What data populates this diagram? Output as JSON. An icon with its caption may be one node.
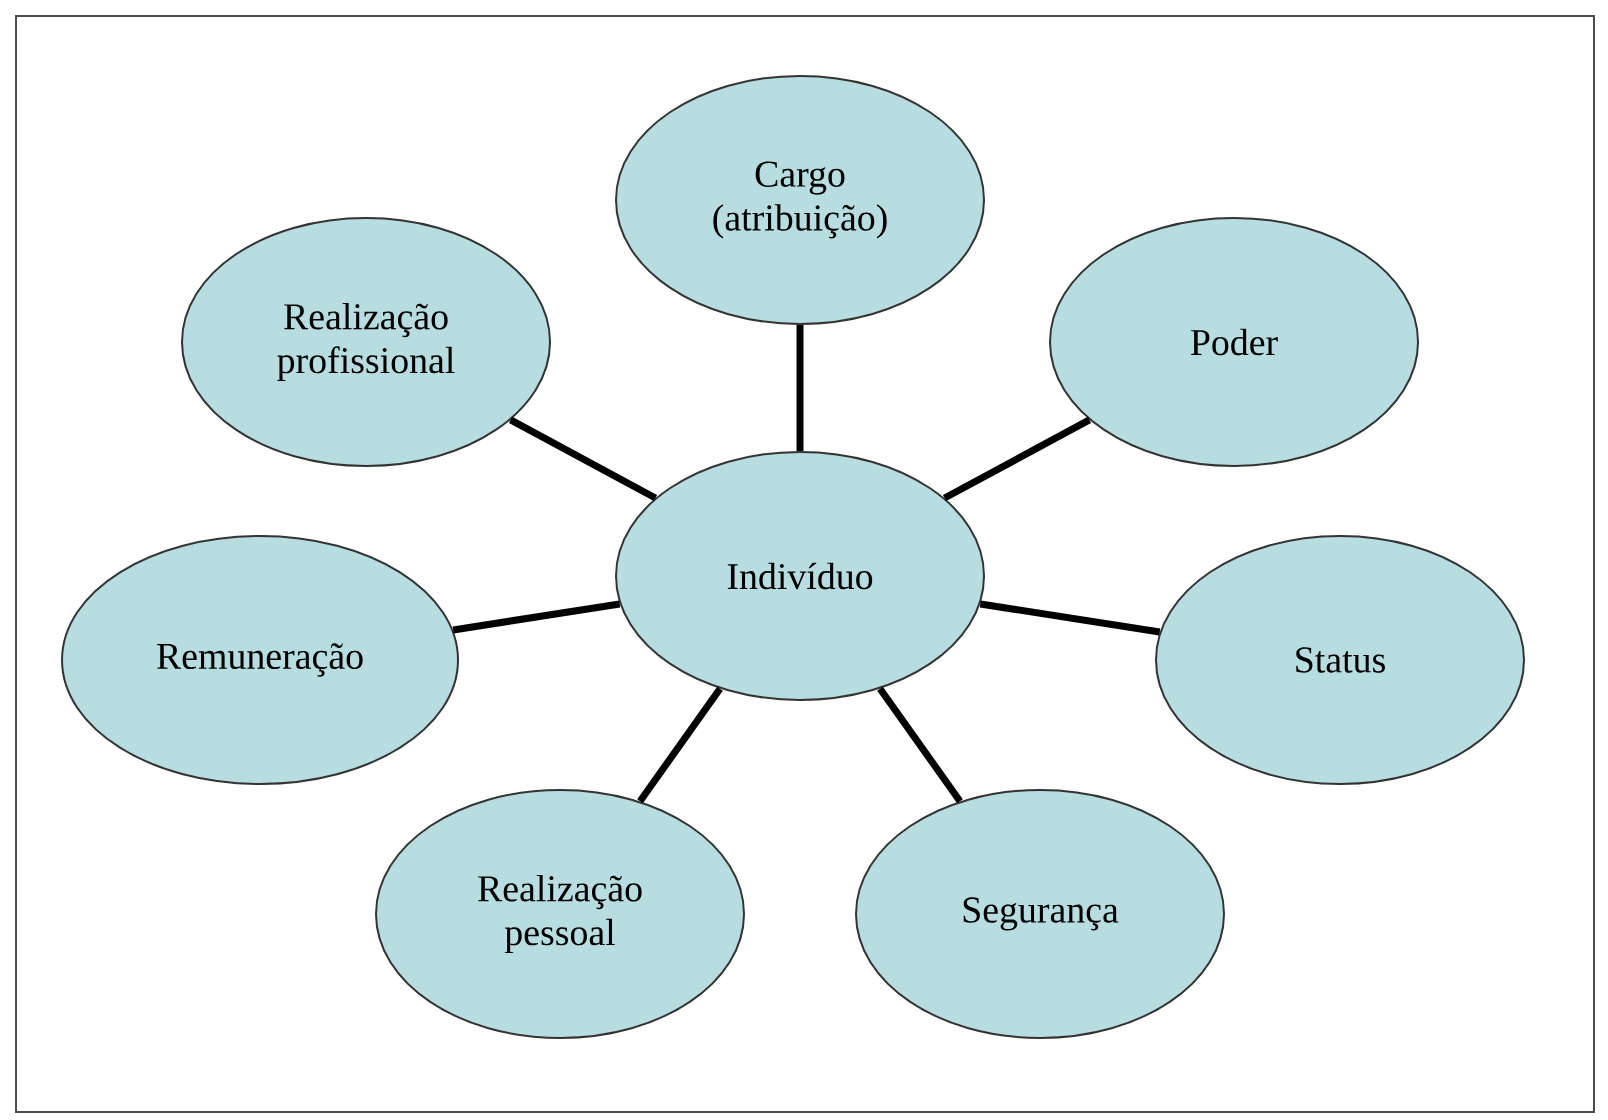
{
  "diagram": {
    "nodes": [
      {
        "text": [
          "Cargo (atribuição)"
        ]
      },
      {
        "text": [
          "Realização profissional"
        ]
      },
      {
        "text": [
          "Poder"
        ]
      },
      {
        "text": [
          "Indivíduo"
        ]
      },
      {
        "text": [
          "Remuneração"
        ]
      },
      {
        "text": [
          "Status"
        ]
      },
      {
        "text": [
          "Realização pessoal"
        ]
      },
      {
        "text": [
          "Segurança"
        ]
      }
    ],
    "edges": [
      {
        "from": 3,
        "to": 0,
        "arrow": "none"
      },
      {
        "from": 3,
        "to": 1,
        "arrow": "none"
      },
      {
        "from": 3,
        "to": 2,
        "arrow": "none"
      },
      {
        "from": 3,
        "to": 4,
        "arrow": "none"
      },
      {
        "from": 3,
        "to": 5,
        "arrow": "none"
      },
      {
        "from": 3,
        "to": 6,
        "arrow": "none"
      },
      {
        "from": 3,
        "to": 7,
        "arrow": "none"
      }
    ]
  }
}
